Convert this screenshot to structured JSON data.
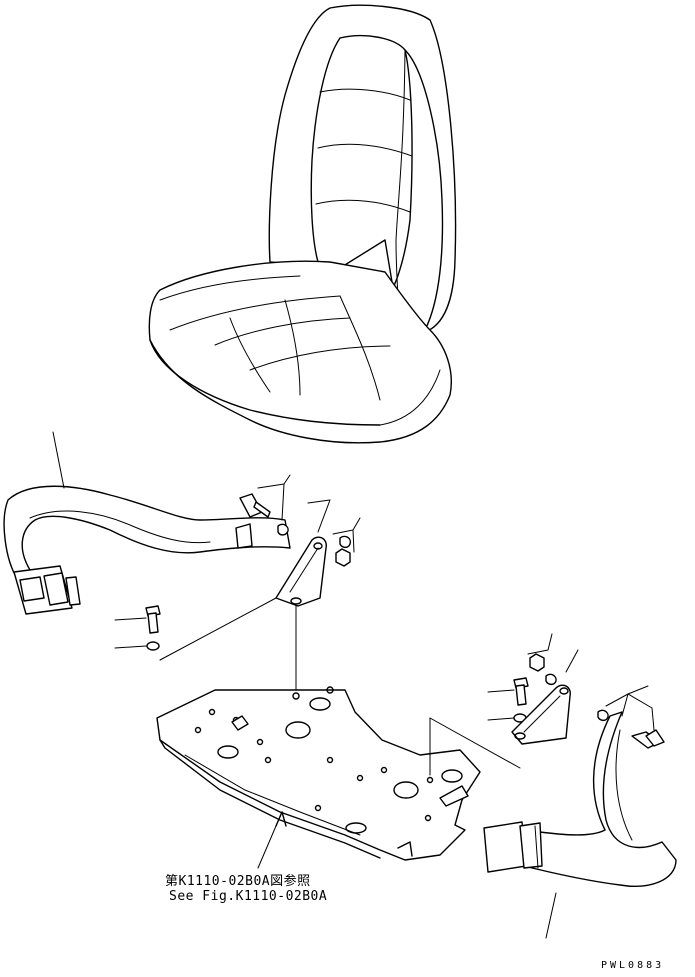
{
  "reference": {
    "line_jp": "第K1110-02B0A図参照",
    "line_en": "See Fig.K1110-02B0A"
  },
  "drawing_code": "PWL0883"
}
